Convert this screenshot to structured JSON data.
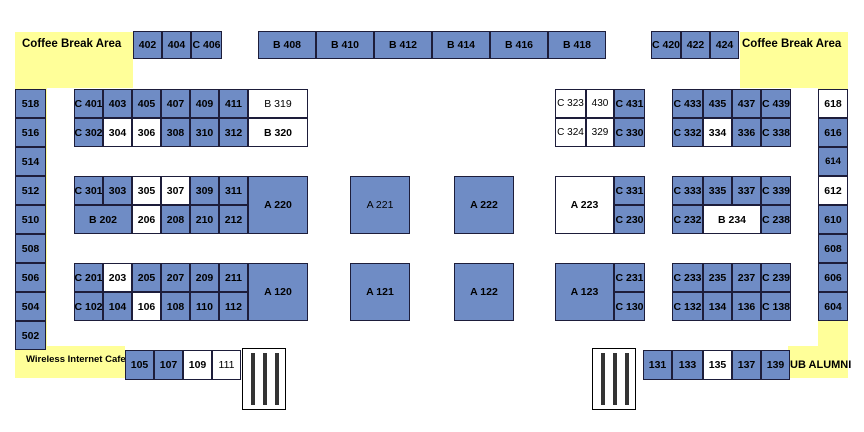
{
  "areas": {
    "coffee_left": "Coffee Break Area",
    "coffee_right": "Coffee Break Area",
    "wifi": "Wireless Internet Cafe",
    "ub_alumni": "UB ALUMNI"
  },
  "colors": {
    "booth_fill": "#6f8cc5",
    "open_booth": "#ffffff",
    "hall_border": "#ffff99"
  },
  "top_row": [
    "402",
    "404",
    "C 406",
    "B 408",
    "B 410",
    "B 412",
    "B 414",
    "B 416",
    "B 418",
    "C 420",
    "422",
    "424"
  ],
  "left_column": [
    "518",
    "516",
    "514",
    "512",
    "510",
    "508",
    "506",
    "504",
    "502"
  ],
  "right_column": [
    "618",
    "616",
    "614",
    "612",
    "610",
    "608",
    "606",
    "604"
  ],
  "bottom_left": [
    "105",
    "107",
    "109",
    "111"
  ],
  "bottom_right": [
    "131",
    "133",
    "135",
    "137",
    "139"
  ],
  "block1": {
    "row_a": [
      "C 401",
      "403",
      "405",
      "407",
      "409",
      "411",
      "B 319"
    ],
    "row_b": [
      "C 302",
      "304",
      "306",
      "308",
      "310",
      "312",
      "B 320"
    ],
    "row_c": [
      "C 301",
      "303",
      "305",
      "307",
      "309",
      "311"
    ],
    "row_d": [
      "B 202",
      "206",
      "208",
      "210",
      "212"
    ],
    "big": "A 220",
    "row_e": [
      "C 201",
      "203",
      "205",
      "207",
      "209",
      "211"
    ],
    "row_f": [
      "C 102",
      "104",
      "106",
      "108",
      "110",
      "112"
    ],
    "big2": "A 120"
  },
  "center": [
    "A 221",
    "A 222",
    "A 121",
    "A 122"
  ],
  "block2": {
    "top": [
      "C 323",
      "430",
      "C 431",
      "C 324",
      "329",
      "C 330"
    ],
    "big": "A 223",
    "side": [
      "C 331",
      "C 230"
    ],
    "big2": "A 123",
    "side2": [
      "C 231",
      "C 130"
    ]
  },
  "block3": {
    "row_a": [
      "C 433",
      "435",
      "437",
      "C 439"
    ],
    "row_b": [
      "C 332",
      "334",
      "336",
      "C 338"
    ],
    "row_c": [
      "C 333",
      "335",
      "337",
      "C 339"
    ],
    "row_d": [
      "C 232",
      "B 234",
      "C 238"
    ],
    "row_e": [
      "C 233",
      "235",
      "237",
      "C 239"
    ],
    "row_f": [
      "C 132",
      "134",
      "136",
      "C 138"
    ]
  }
}
